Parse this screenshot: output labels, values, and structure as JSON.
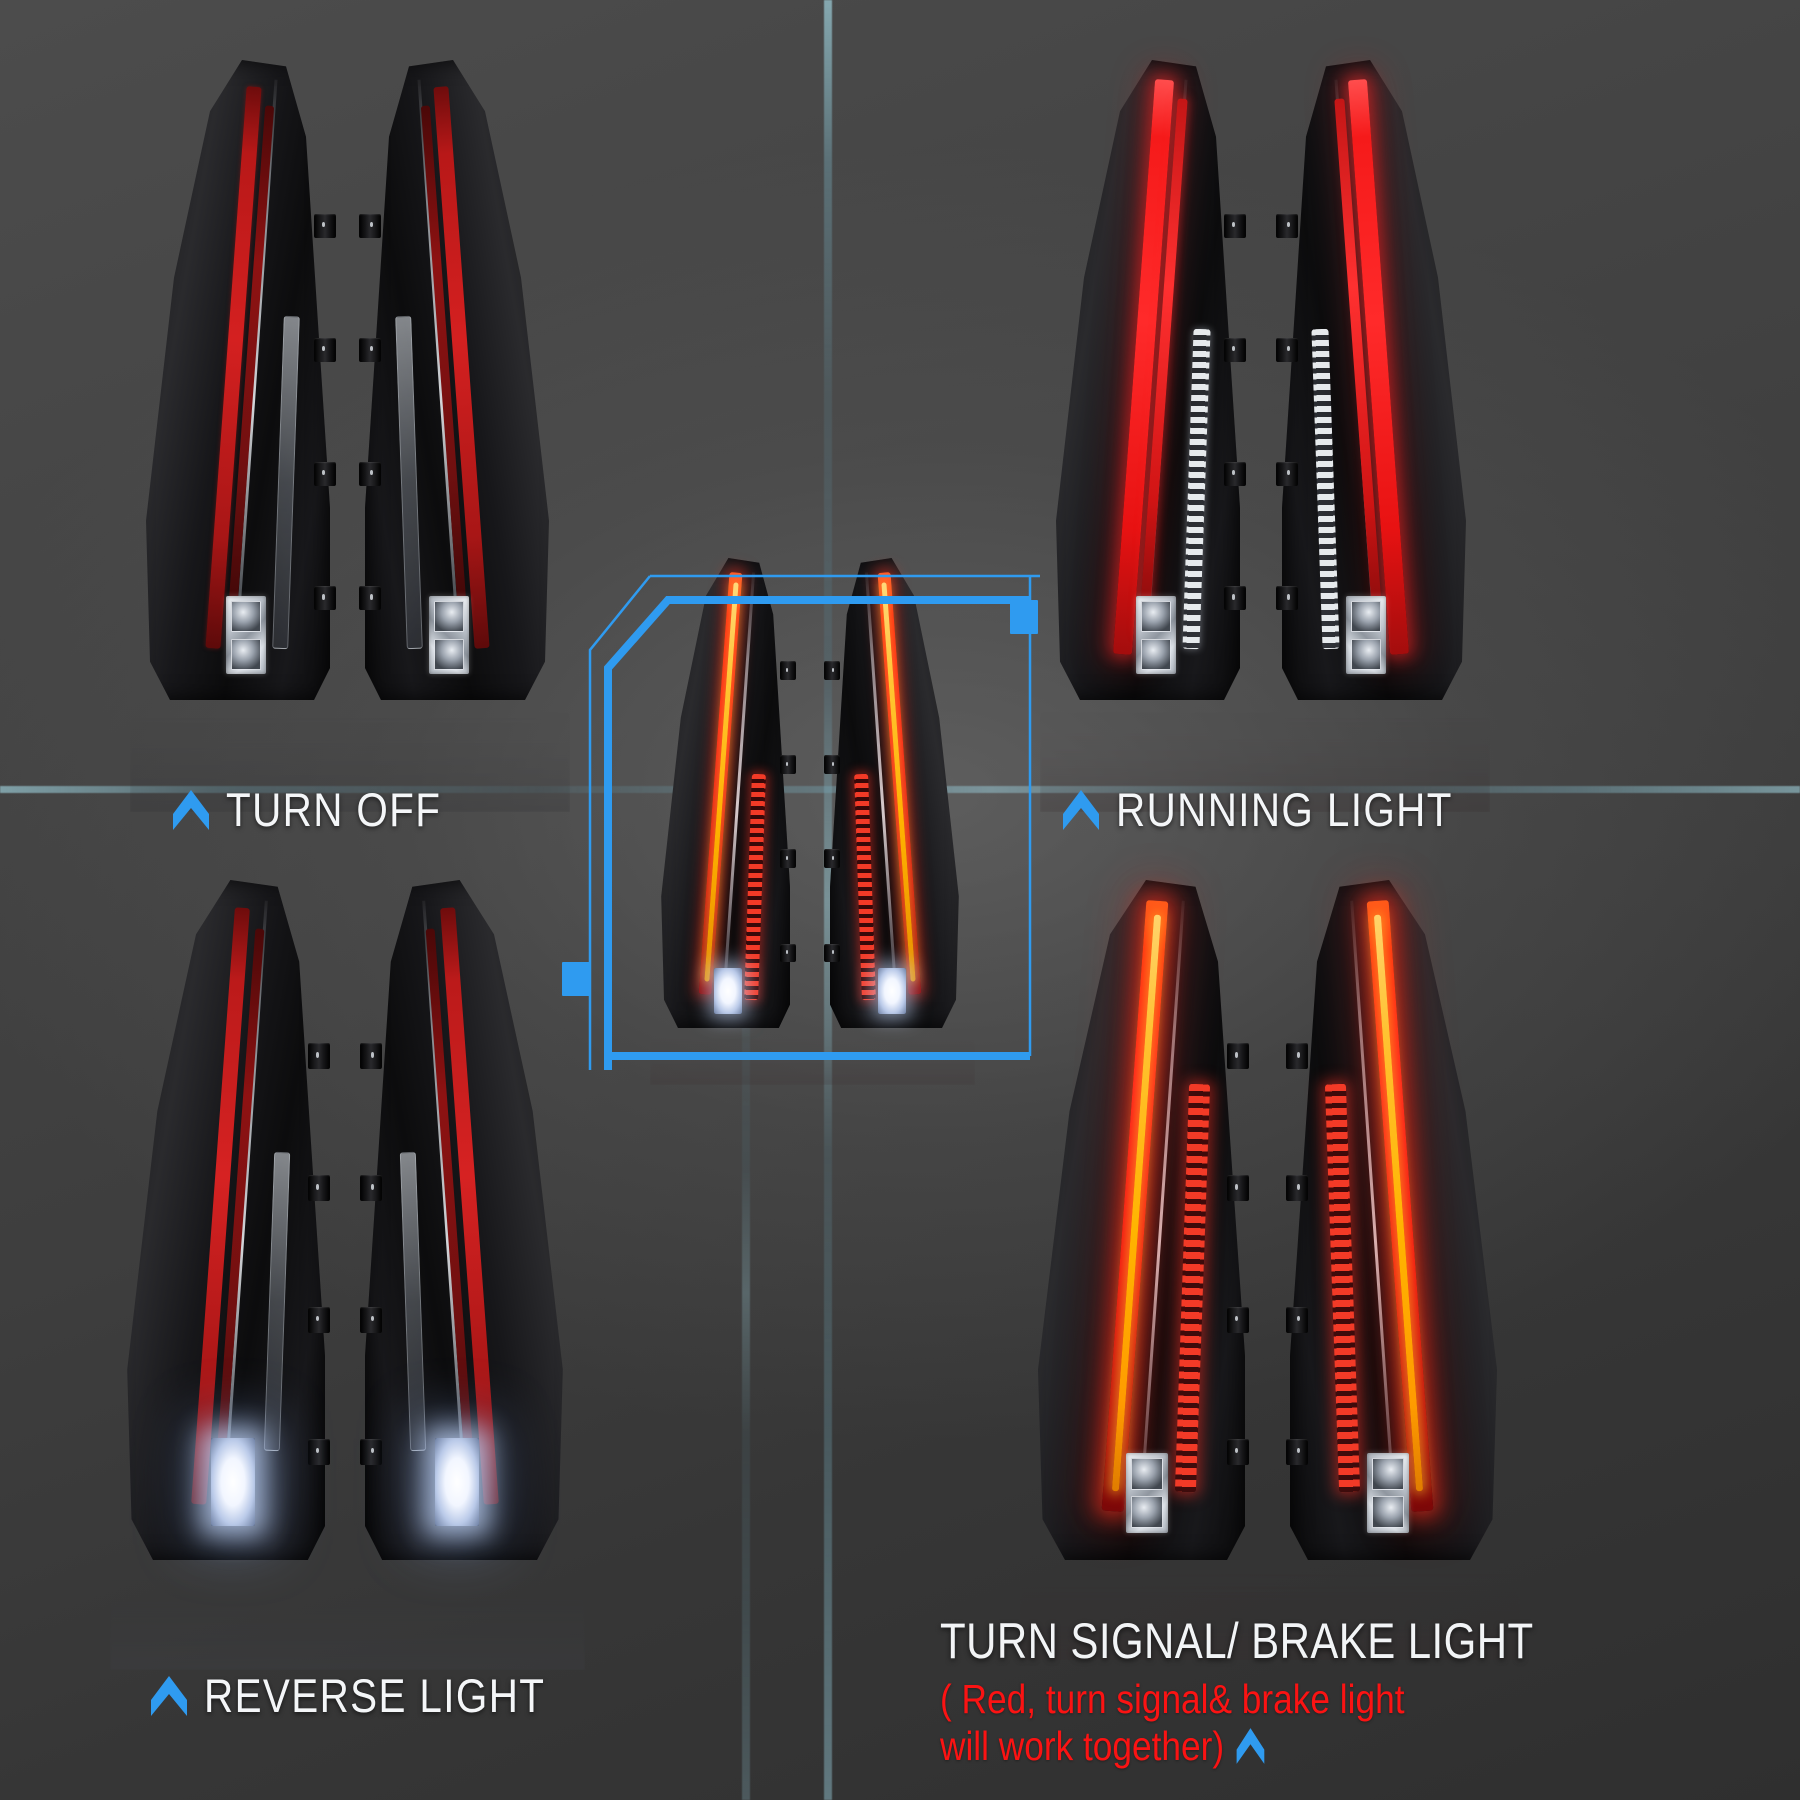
{
  "page": {
    "background_color": "#3e3e3e",
    "accent_color": "#2f9bf0",
    "note_color": "#fb1313",
    "label_color": "#f4f6f8"
  },
  "panels": [
    {
      "id": "turn-off",
      "label": "TURN OFF",
      "chevron_icon": "chevron-up-icon",
      "mode": "off",
      "position": "top-left"
    },
    {
      "id": "running-light",
      "label": "RUNNING LIGHT",
      "chevron_icon": "chevron-up-icon",
      "mode": "running",
      "position": "top-right"
    },
    {
      "id": "reverse-light",
      "label": "REVERSE LIGHT",
      "chevron_icon": "chevron-up-icon",
      "mode": "reverse",
      "position": "bottom-left"
    },
    {
      "id": "turn-signal-brake-light",
      "label": "TURN SIGNAL/ BRAKE LIGHT",
      "note_line_1": "( Red, turn signal& brake light",
      "note_line_2": "will work together)",
      "chevron_icon": "chevron-up-icon",
      "mode": "brake",
      "position": "bottom-right"
    },
    {
      "id": "center-highlight",
      "label": "",
      "mode": "sequential",
      "position": "center",
      "highlighted": true
    }
  ]
}
